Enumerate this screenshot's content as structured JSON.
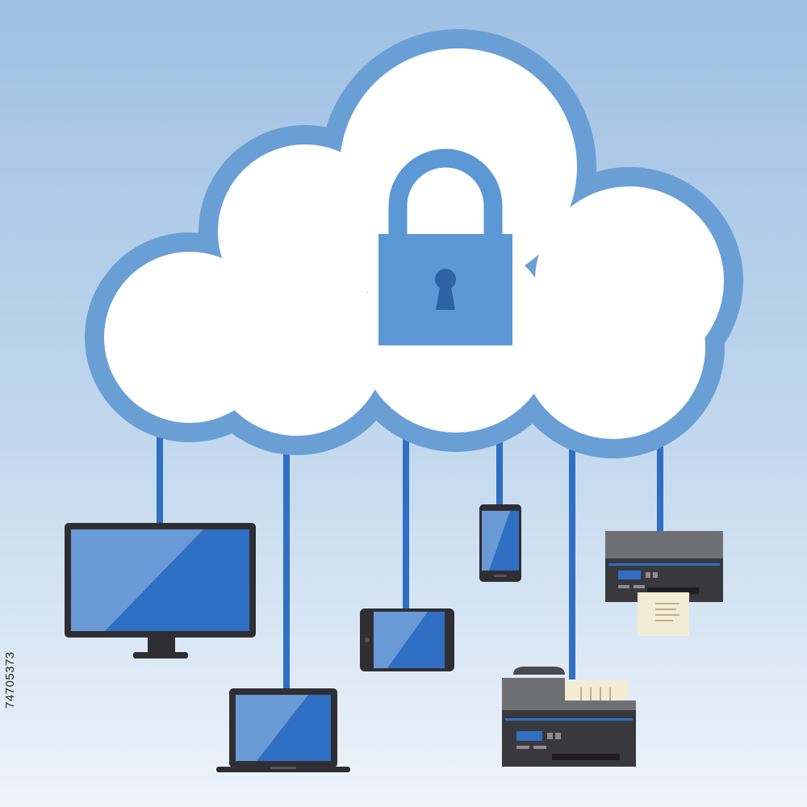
{
  "background": {
    "gradient_top": "#9fc1e3",
    "gradient_bottom": "#eef4fa"
  },
  "cloud": {
    "fill": "#ffffff",
    "outline": "#6a9fd6",
    "icon": "padlock-icon"
  },
  "lock": {
    "body_color": "#5b98d5",
    "shackle_color": "#5b98d5",
    "keyhole_color": "#2d64a6"
  },
  "cable_color": "#2f6fc4",
  "devices": [
    {
      "name": "desktop-monitor",
      "icon": "monitor-icon"
    },
    {
      "name": "laptop",
      "icon": "laptop-icon"
    },
    {
      "name": "tablet",
      "icon": "tablet-icon"
    },
    {
      "name": "smartphone",
      "icon": "smartphone-icon"
    },
    {
      "name": "receipt-printer",
      "icon": "printer-icon"
    },
    {
      "name": "fax-scanner",
      "icon": "fax-icon"
    }
  ],
  "screen_colors": {
    "dark": "#2f6fc4",
    "light": "#6a9ad6"
  },
  "device_frame_color": "#2f2f33",
  "stock_id": "74705373"
}
